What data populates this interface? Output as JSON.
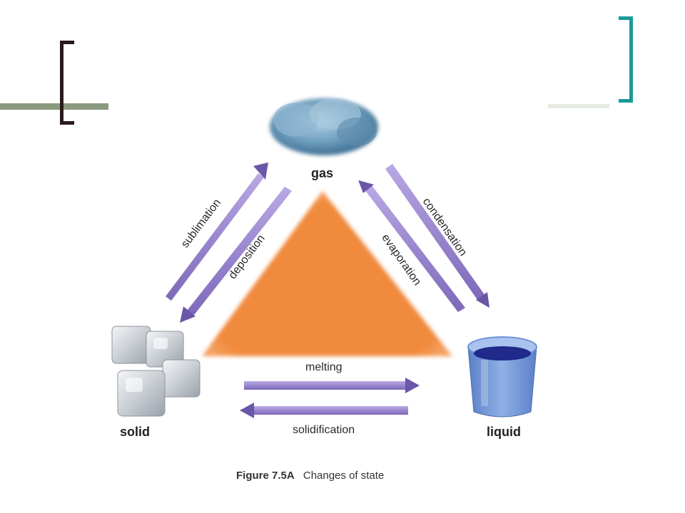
{
  "decor": {
    "left_line_color": "#8a9a7e",
    "left_bracket_color": "#2b1a1a",
    "right_bracket_color": "#1a9a9a",
    "right_line_color": "#e6ebe2"
  },
  "diagram": {
    "states": {
      "gas": "gas",
      "solid": "solid",
      "liquid": "liquid"
    },
    "processes": {
      "sublimation": "sublimation",
      "deposition": "deposition",
      "condensation": "condensation",
      "evaporation": "evaporation",
      "melting": "melting",
      "solidification": "solidification"
    },
    "colors": {
      "arrow": "#9b87cf",
      "arrow_dark": "#6a56a6",
      "triangle": "#f08a3c",
      "cloud": "#6f9fbf",
      "ice": "#d9dde2",
      "liquid": "#6f94d6"
    },
    "icons": {
      "gas": "cloud-icon",
      "solid": "ice-cubes-icon",
      "liquid": "beaker-icon"
    }
  },
  "caption": {
    "figure": "Figure 7.5A",
    "text": "Changes of state"
  }
}
